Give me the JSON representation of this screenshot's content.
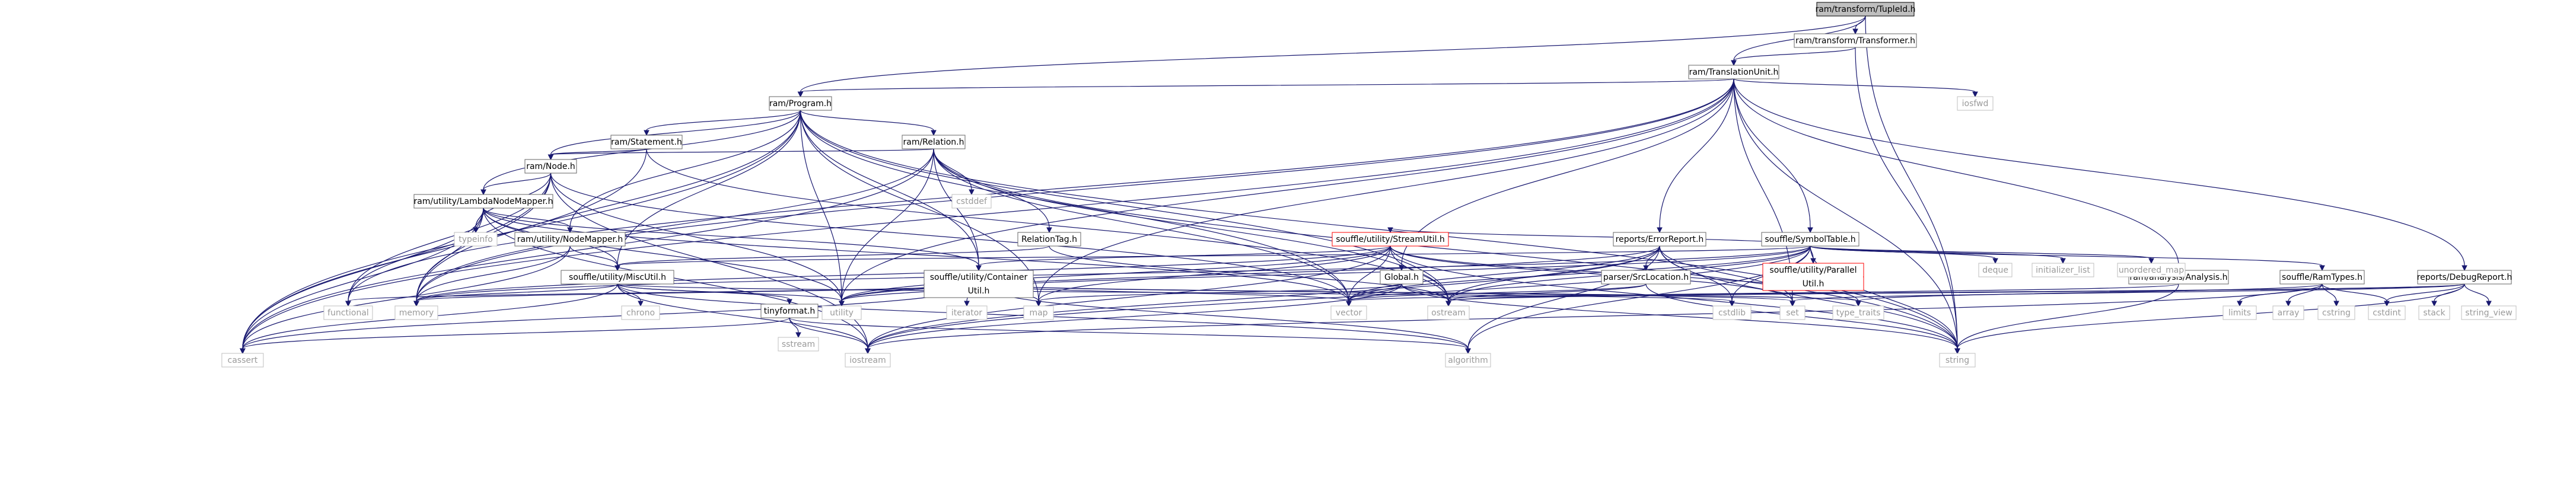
{
  "nodes": [
    {
      "id": "n_tiled",
      "label": "ram/transform/TupleId.h",
      "kind": "root",
      "interactable": false
    },
    {
      "id": "n_transformer",
      "label": "ram/transform/Transformer.h",
      "kind": "hdr",
      "interactable": true
    },
    {
      "id": "n_tu",
      "label": "ram/TranslationUnit.h",
      "kind": "hdr",
      "interactable": true
    },
    {
      "id": "n_program",
      "label": "ram/Program.h",
      "kind": "hdr",
      "interactable": true
    },
    {
      "id": "n_statement",
      "label": "ram/Statement.h",
      "kind": "hdr",
      "interactable": true
    },
    {
      "id": "n_relation",
      "label": "ram/Relation.h",
      "kind": "hdr",
      "interactable": true
    },
    {
      "id": "n_node",
      "label": "ram/Node.h",
      "kind": "hdr",
      "interactable": true
    },
    {
      "id": "n_lambda",
      "label": "ram/utility/LambdaNodeMapper.h",
      "kind": "hdr",
      "interactable": true
    },
    {
      "id": "n_nodemapper",
      "label": "ram/utility/NodeMapper.h",
      "kind": "hdr",
      "interactable": true
    },
    {
      "id": "n_misc",
      "label": "souffle/utility/MiscUtil.h",
      "kind": "hdr",
      "interactable": true
    },
    {
      "id": "n_tinyformat",
      "label": "tinyformat.h",
      "kind": "hdr",
      "interactable": true
    },
    {
      "id": "n_container1",
      "label": "souffle/utility/Container",
      "kind": "hdr",
      "interactable": true
    },
    {
      "id": "n_container2",
      "label": "Util.h",
      "kind": "hdr",
      "interactable": true
    },
    {
      "id": "n_relationtag",
      "label": "RelationTag.h",
      "kind": "hdr",
      "interactable": true
    },
    {
      "id": "n_stream",
      "label": "souffle/utility/StreamUtil.h",
      "kind": "red",
      "interactable": true
    },
    {
      "id": "n_symtab",
      "label": "souffle/SymbolTable.h",
      "kind": "hdr",
      "interactable": true
    },
    {
      "id": "n_parallel1",
      "label": "souffle/utility/Parallel",
      "kind": "red",
      "interactable": true
    },
    {
      "id": "n_parallel2",
      "label": "Util.h",
      "kind": "red",
      "interactable": true
    },
    {
      "id": "n_global",
      "label": "Global.h",
      "kind": "hdr",
      "interactable": true
    },
    {
      "id": "n_errorreport",
      "label": "reports/ErrorReport.h",
      "kind": "hdr",
      "interactable": true
    },
    {
      "id": "n_srcloc",
      "label": "parser/SrcLocation.h",
      "kind": "hdr",
      "interactable": true
    },
    {
      "id": "n_analysis",
      "label": "ram/analysis/Analysis.h",
      "kind": "hdr",
      "interactable": true
    },
    {
      "id": "n_ramtypes",
      "label": "souffle/RamTypes.h",
      "kind": "hdr",
      "interactable": true
    },
    {
      "id": "n_debugreport",
      "label": "reports/DebugReport.h",
      "kind": "hdr",
      "interactable": true
    },
    {
      "id": "n_iosfwd",
      "label": "iosfwd",
      "kind": "sys",
      "interactable": false
    },
    {
      "id": "n_cstddef",
      "label": "cstddef",
      "kind": "sys",
      "interactable": false
    },
    {
      "id": "n_typeinfo",
      "label": "typeinfo",
      "kind": "sys",
      "interactable": false
    },
    {
      "id": "n_functional",
      "label": "functional",
      "kind": "sys",
      "interactable": false
    },
    {
      "id": "n_memory",
      "label": "memory",
      "kind": "sys",
      "interactable": false
    },
    {
      "id": "n_cassert",
      "label": "cassert",
      "kind": "sys",
      "interactable": false
    },
    {
      "id": "n_chrono",
      "label": "chrono",
      "kind": "sys",
      "interactable": false
    },
    {
      "id": "n_sstream",
      "label": "sstream",
      "kind": "sys",
      "interactable": false
    },
    {
      "id": "n_iostream",
      "label": "iostream",
      "kind": "sys",
      "interactable": false
    },
    {
      "id": "n_utility",
      "label": "utility",
      "kind": "sys",
      "interactable": false
    },
    {
      "id": "n_iterator",
      "label": "iterator",
      "kind": "sys",
      "interactable": false
    },
    {
      "id": "n_map",
      "label": "map",
      "kind": "sys",
      "interactable": false
    },
    {
      "id": "n_vector",
      "label": "vector",
      "kind": "sys",
      "interactable": false
    },
    {
      "id": "n_algorithm",
      "label": "algorithm",
      "kind": "sys",
      "interactable": false
    },
    {
      "id": "n_ostream",
      "label": "ostream",
      "kind": "sys",
      "interactable": false
    },
    {
      "id": "n_cstdlib",
      "label": "cstdlib",
      "kind": "sys",
      "interactable": false
    },
    {
      "id": "n_set",
      "label": "set",
      "kind": "sys",
      "interactable": false
    },
    {
      "id": "n_typetraits",
      "label": "type_traits",
      "kind": "sys",
      "interactable": false
    },
    {
      "id": "n_string",
      "label": "string",
      "kind": "sys",
      "interactable": false
    },
    {
      "id": "n_deque",
      "label": "deque",
      "kind": "sys",
      "interactable": false
    },
    {
      "id": "n_initlist",
      "label": "initializer_list",
      "kind": "sys",
      "interactable": false
    },
    {
      "id": "n_unorderedmap",
      "label": "unordered_map",
      "kind": "sys",
      "interactable": false
    },
    {
      "id": "n_limits",
      "label": "limits",
      "kind": "sys",
      "interactable": false
    },
    {
      "id": "n_array",
      "label": "array",
      "kind": "sys",
      "interactable": false
    },
    {
      "id": "n_cstring",
      "label": "cstring",
      "kind": "sys",
      "interactable": false
    },
    {
      "id": "n_cstdint",
      "label": "cstdint",
      "kind": "sys",
      "interactable": false
    },
    {
      "id": "n_stack",
      "label": "stack",
      "kind": "sys",
      "interactable": false
    },
    {
      "id": "n_stringview",
      "label": "string_view",
      "kind": "sys",
      "interactable": false
    }
  ],
  "edges": [
    [
      "n_tiled",
      "n_program"
    ],
    [
      "n_tiled",
      "n_tu"
    ],
    [
      "n_tiled",
      "n_transformer"
    ],
    [
      "n_tiled",
      "n_string"
    ],
    [
      "n_transformer",
      "n_tu"
    ],
    [
      "n_transformer",
      "n_string"
    ],
    [
      "n_tu",
      "n_program"
    ],
    [
      "n_tu",
      "n_functional"
    ],
    [
      "n_tu",
      "n_memory"
    ],
    [
      "n_tu",
      "n_utility"
    ],
    [
      "n_tu",
      "n_map"
    ],
    [
      "n_tu",
      "n_symtab"
    ],
    [
      "n_tu",
      "n_errorreport"
    ],
    [
      "n_tu",
      "n_global"
    ],
    [
      "n_tu",
      "n_iosfwd"
    ],
    [
      "n_tu",
      "n_analysis"
    ],
    [
      "n_tu",
      "n_debugreport"
    ],
    [
      "n_tu",
      "n_set"
    ],
    [
      "n_tu",
      "n_string"
    ],
    [
      "n_tu",
      "n_cassert"
    ],
    [
      "n_program",
      "n_statement"
    ],
    [
      "n_program",
      "n_relation"
    ],
    [
      "n_program",
      "n_node"
    ],
    [
      "n_program",
      "n_lambda"
    ],
    [
      "n_program",
      "n_nodemapper"
    ],
    [
      "n_program",
      "n_misc"
    ],
    [
      "n_program",
      "n_container1"
    ],
    [
      "n_program",
      "n_cassert"
    ],
    [
      "n_program",
      "n_memory"
    ],
    [
      "n_program",
      "n_map"
    ],
    [
      "n_program",
      "n_ostream"
    ],
    [
      "n_program",
      "n_string"
    ],
    [
      "n_program",
      "n_utility"
    ],
    [
      "n_program",
      "n_vector"
    ],
    [
      "n_statement",
      "n_node"
    ],
    [
      "n_statement",
      "n_cassert"
    ],
    [
      "n_statement",
      "n_ostream"
    ],
    [
      "n_relation",
      "n_node"
    ],
    [
      "n_relation",
      "n_relationtag"
    ],
    [
      "n_relation",
      "n_container1"
    ],
    [
      "n_relation",
      "n_cstddef"
    ],
    [
      "n_relation",
      "n_memory"
    ],
    [
      "n_relation",
      "n_ostream"
    ],
    [
      "n_relation",
      "n_string"
    ],
    [
      "n_relation",
      "n_utility"
    ],
    [
      "n_relation",
      "n_vector"
    ],
    [
      "n_relation",
      "n_cassert"
    ],
    [
      "n_node",
      "n_lambda"
    ],
    [
      "n_node",
      "n_typeinfo"
    ],
    [
      "n_node",
      "n_functional"
    ],
    [
      "n_node",
      "n_memory"
    ],
    [
      "n_node",
      "n_cassert"
    ],
    [
      "n_node",
      "n_iostream"
    ],
    [
      "n_node",
      "n_utility"
    ],
    [
      "n_node",
      "n_vector"
    ],
    [
      "n_lambda",
      "n_nodemapper"
    ],
    [
      "n_lambda",
      "n_misc"
    ],
    [
      "n_lambda",
      "n_typeinfo"
    ],
    [
      "n_lambda",
      "n_functional"
    ],
    [
      "n_lambda",
      "n_memory"
    ],
    [
      "n_lambda",
      "n_cassert"
    ],
    [
      "n_lambda",
      "n_iostream"
    ],
    [
      "n_lambda",
      "n_utility"
    ],
    [
      "n_lambda",
      "n_vector"
    ],
    [
      "n_lambda",
      "n_container1"
    ],
    [
      "n_nodemapper",
      "n_misc"
    ],
    [
      "n_nodemapper",
      "n_memory"
    ],
    [
      "n_nodemapper",
      "n_cassert"
    ],
    [
      "n_misc",
      "n_tinyformat"
    ],
    [
      "n_misc",
      "n_chrono"
    ],
    [
      "n_misc",
      "n_memory"
    ],
    [
      "n_misc",
      "n_cassert"
    ],
    [
      "n_misc",
      "n_iostream"
    ],
    [
      "n_misc",
      "n_utility"
    ],
    [
      "n_misc",
      "n_cstdlib"
    ],
    [
      "n_misc",
      "n_algorithm"
    ],
    [
      "n_tinyformat",
      "n_sstream"
    ],
    [
      "n_tinyformat",
      "n_iostream"
    ],
    [
      "n_tinyformat",
      "n_cassert"
    ],
    [
      "n_tinyformat",
      "n_algorithm"
    ],
    [
      "n_container1",
      "n_functional"
    ],
    [
      "n_container1",
      "n_memory"
    ],
    [
      "n_container1",
      "n_utility"
    ],
    [
      "n_container1",
      "n_iterator"
    ],
    [
      "n_container1",
      "n_map"
    ],
    [
      "n_container1",
      "n_vector"
    ],
    [
      "n_container1",
      "n_algorithm"
    ],
    [
      "n_container1",
      "n_set"
    ],
    [
      "n_container1",
      "n_cassert"
    ],
    [
      "n_container1",
      "n_typetraits"
    ],
    [
      "n_relationtag",
      "n_misc"
    ],
    [
      "n_relationtag",
      "n_ostream"
    ],
    [
      "n_stream",
      "n_container1"
    ],
    [
      "n_stream",
      "n_map"
    ],
    [
      "n_stream",
      "n_memory"
    ],
    [
      "n_stream",
      "n_utility"
    ],
    [
      "n_stream",
      "n_vector"
    ],
    [
      "n_stream",
      "n_ostream"
    ],
    [
      "n_stream",
      "n_set"
    ],
    [
      "n_stream",
      "n_string"
    ],
    [
      "n_stream",
      "n_typetraits"
    ],
    [
      "n_stream",
      "n_iostream"
    ],
    [
      "n_symtab",
      "n_stream"
    ],
    [
      "n_symtab",
      "n_parallel1"
    ],
    [
      "n_symtab",
      "n_misc"
    ],
    [
      "n_symtab",
      "n_ramtypes"
    ],
    [
      "n_symtab",
      "n_deque"
    ],
    [
      "n_symtab",
      "n_initlist"
    ],
    [
      "n_symtab",
      "n_unorderedmap"
    ],
    [
      "n_symtab",
      "n_iostream"
    ],
    [
      "n_symtab",
      "n_string"
    ],
    [
      "n_symtab",
      "n_utility"
    ],
    [
      "n_symtab",
      "n_vector"
    ],
    [
      "n_symtab",
      "n_algorithm"
    ],
    [
      "n_symtab",
      "n_memory"
    ],
    [
      "n_symtab",
      "n_cstdlib"
    ],
    [
      "n_symtab",
      "n_ostream"
    ],
    [
      "n_global",
      "n_map"
    ],
    [
      "n_global",
      "n_ostream"
    ],
    [
      "n_global",
      "n_string"
    ],
    [
      "n_global",
      "n_vector"
    ],
    [
      "n_global",
      "n_iostream"
    ],
    [
      "n_errorreport",
      "n_srcloc"
    ],
    [
      "n_errorreport",
      "n_algorithm"
    ],
    [
      "n_errorreport",
      "n_cstdlib"
    ],
    [
      "n_errorreport",
      "n_iostream"
    ],
    [
      "n_errorreport",
      "n_set"
    ],
    [
      "n_errorreport",
      "n_string"
    ],
    [
      "n_errorreport",
      "n_utility"
    ],
    [
      "n_errorreport",
      "n_vector"
    ],
    [
      "n_errorreport",
      "n_ostream"
    ],
    [
      "n_srcloc",
      "n_string"
    ],
    [
      "n_srcloc",
      "n_ostream"
    ],
    [
      "n_srcloc",
      "n_vector"
    ],
    [
      "n_analysis",
      "n_ostream"
    ],
    [
      "n_analysis",
      "n_string"
    ],
    [
      "n_ramtypes",
      "n_limits"
    ],
    [
      "n_ramtypes",
      "n_array"
    ],
    [
      "n_ramtypes",
      "n_cstring"
    ],
    [
      "n_ramtypes",
      "n_cstdint"
    ],
    [
      "n_ramtypes",
      "n_typetraits"
    ],
    [
      "n_ramtypes",
      "n_iostream"
    ],
    [
      "n_debugreport",
      "n_cstdint"
    ],
    [
      "n_debugreport",
      "n_stack"
    ],
    [
      "n_debugreport",
      "n_stringview"
    ],
    [
      "n_debugreport",
      "n_ostream"
    ],
    [
      "n_debugreport",
      "n_string"
    ],
    [
      "n_debugreport",
      "n_set"
    ],
    [
      "n_debugreport",
      "n_vector"
    ]
  ],
  "colors": {
    "edge": "#191970",
    "root_fill": "#bfbfbf",
    "missing_border": "#ff0000"
  }
}
